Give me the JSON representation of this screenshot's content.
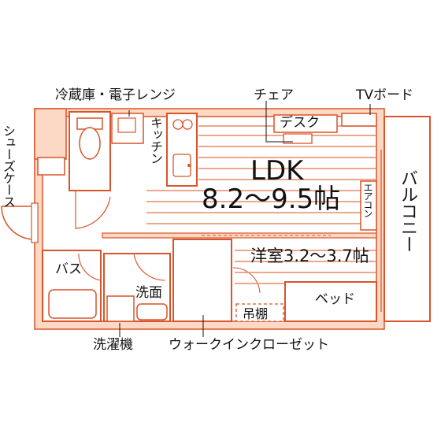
{
  "labels": {
    "fridge_microwave": "冷蔵庫・電子レンジ",
    "chair": "チェア",
    "tv_board": "TVボード",
    "shoe_case": "シューズケース",
    "kitchen": "キッチン",
    "desk": "デスク",
    "ldk": "LDK",
    "ldk_size": "8.2〜9.5帖",
    "aircon": "エアコン",
    "balcony": "バルコニー",
    "western_room": "洋室3.2〜3.7帖",
    "bath": "バス",
    "washbasin": "洗面",
    "bed": "ベッド",
    "shelf": "吊棚",
    "washing_machine": "洗濯機",
    "walk_in_closet": "ウォークインクローゼット"
  },
  "colors": {
    "wall_outline": "#d9542a",
    "wall_fill": "#fbd9c4",
    "floor_lines": "#e58a66"
  }
}
